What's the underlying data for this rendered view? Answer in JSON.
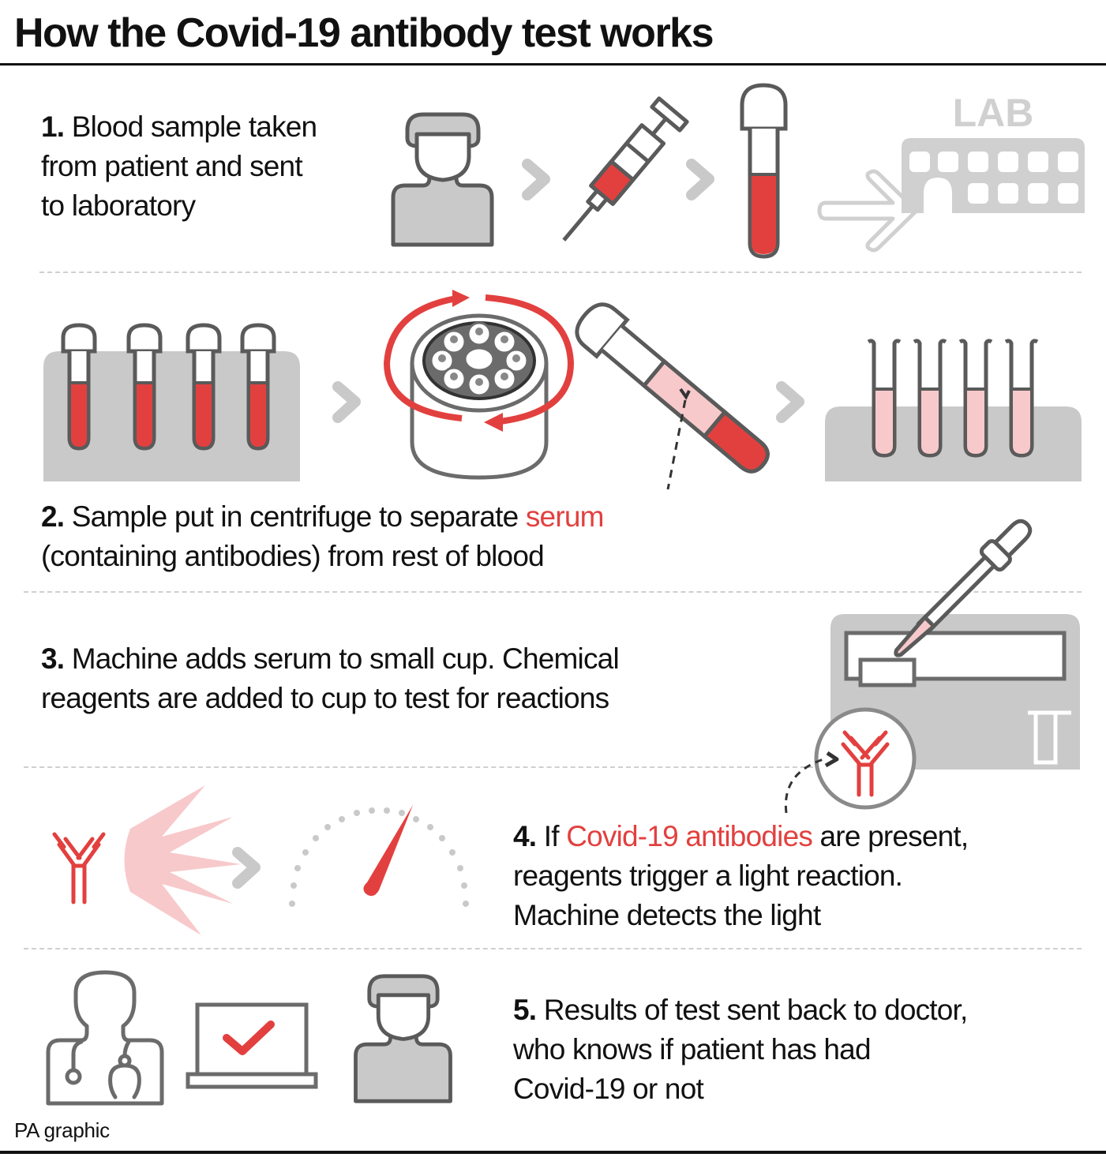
{
  "title": "How the Covid-19 antibody test works",
  "colors": {
    "accent_red": "#e2403f",
    "pale_pink": "#f7c9cb",
    "icon_stroke": "#5a5a5a",
    "icon_fill_gray": "#c9c9c9",
    "light_gray": "#d0d0d0",
    "text": "#111111"
  },
  "steps": [
    {
      "number": "1.",
      "text": "Blood sample taken from patient and sent to laboratory",
      "lines": [
        "Blood sample taken",
        "from patient and sent",
        "to laboratory"
      ],
      "icons": [
        "patient-icon",
        "chevron-right-icon",
        "syringe-icon",
        "chevron-right-icon",
        "blood-tube-icon",
        "arrow-right-icon",
        "lab-building-icon"
      ],
      "lab_label": "LAB"
    },
    {
      "number": "2.",
      "text_before": "Sample put in centrifuge to separate",
      "highlight": "serum",
      "text_after": "(containing antibodies) from rest of blood",
      "icons": [
        "tube-rack-icon",
        "chevron-right-icon",
        "centrifuge-icon",
        "separated-tube-icon",
        "chevron-right-icon",
        "serum-tube-rack-icon"
      ]
    },
    {
      "number": "3.",
      "line1": "Machine adds serum to small cup. Chemical",
      "line2": "reagents are added to cup to test for reactions",
      "icons": [
        "pipette-icon",
        "analyser-machine-icon"
      ]
    },
    {
      "number": "4.",
      "text_before": "If",
      "highlight": "Covid-19 antibodies",
      "text_after_line1": "are present,",
      "line2": "reagents trigger a light reaction.",
      "line3": "Machine detects the light",
      "icons": [
        "antibody-magnified-icon",
        "antibody-icon",
        "light-burst-icon",
        "chevron-right-icon",
        "gauge-meter-icon"
      ]
    },
    {
      "number": "5.",
      "line1": "Results of test sent back to doctor,",
      "line2": "who knows if patient has had",
      "line3": "Covid-19 or not",
      "icons": [
        "doctor-icon",
        "laptop-check-icon",
        "patient-icon"
      ]
    }
  ],
  "credit": "PA graphic"
}
